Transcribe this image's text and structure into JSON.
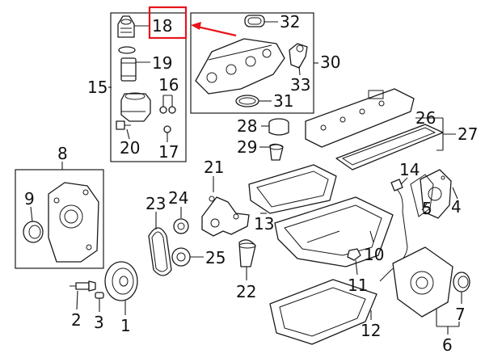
{
  "colors": {
    "highlight": "#e8141b",
    "line": "#1a1a1a",
    "background": "#ffffff"
  },
  "highlighted_part": "18",
  "callouts": [
    {
      "id": "1",
      "label": "1"
    },
    {
      "id": "2",
      "label": "2"
    },
    {
      "id": "3",
      "label": "3"
    },
    {
      "id": "4",
      "label": "4"
    },
    {
      "id": "5",
      "label": "5"
    },
    {
      "id": "6",
      "label": "6"
    },
    {
      "id": "7",
      "label": "7"
    },
    {
      "id": "8",
      "label": "8"
    },
    {
      "id": "9",
      "label": "9"
    },
    {
      "id": "10",
      "label": "10"
    },
    {
      "id": "11",
      "label": "11"
    },
    {
      "id": "12",
      "label": "12"
    },
    {
      "id": "13",
      "label": "13"
    },
    {
      "id": "14",
      "label": "14"
    },
    {
      "id": "15",
      "label": "15"
    },
    {
      "id": "16",
      "label": "16"
    },
    {
      "id": "17",
      "label": "17"
    },
    {
      "id": "18",
      "label": "18"
    },
    {
      "id": "19",
      "label": "19"
    },
    {
      "id": "20",
      "label": "20"
    },
    {
      "id": "21",
      "label": "21"
    },
    {
      "id": "22",
      "label": "22"
    },
    {
      "id": "23",
      "label": "23"
    },
    {
      "id": "24",
      "label": "24"
    },
    {
      "id": "25",
      "label": "25"
    },
    {
      "id": "26",
      "label": "26"
    },
    {
      "id": "27",
      "label": "27"
    },
    {
      "id": "28",
      "label": "28"
    },
    {
      "id": "29",
      "label": "29"
    },
    {
      "id": "30",
      "label": "30"
    },
    {
      "id": "31",
      "label": "31"
    },
    {
      "id": "32",
      "label": "32"
    },
    {
      "id": "33",
      "label": "33"
    }
  ]
}
